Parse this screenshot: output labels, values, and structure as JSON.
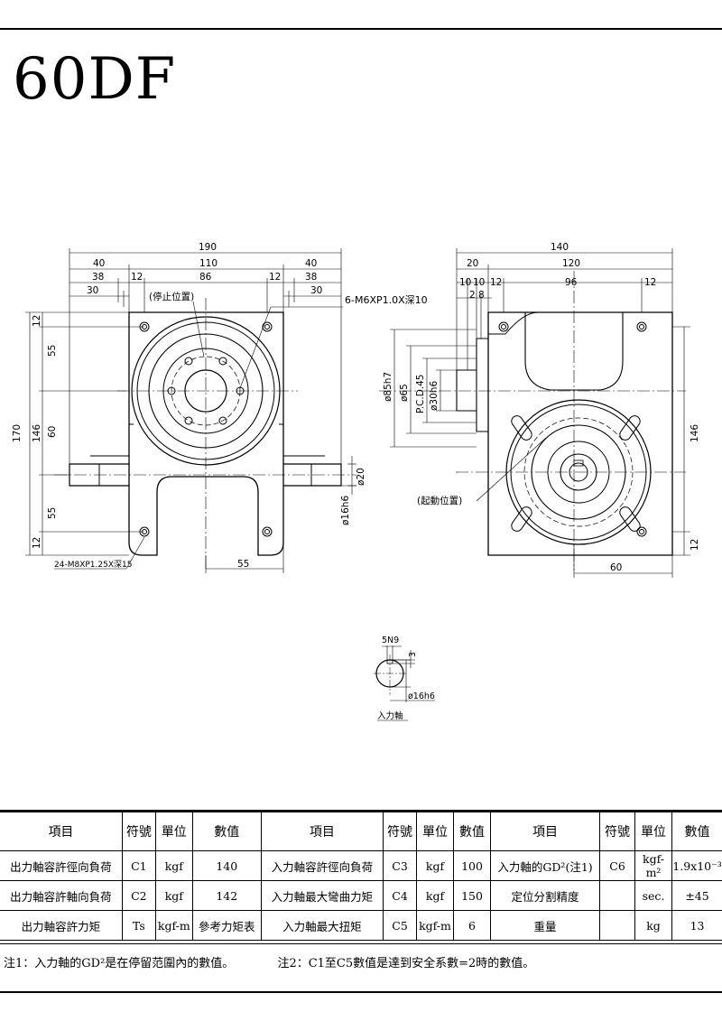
{
  "title": "60DF",
  "front_view": {
    "dims_top": [
      "190",
      "40",
      "110",
      "40",
      "38",
      "12",
      "86",
      "12",
      "38",
      "30",
      "30"
    ],
    "dims_left": [
      "170",
      "146",
      "12",
      "55",
      "60",
      "55",
      "12"
    ],
    "dims_right": [
      "ø20",
      "ø16h6"
    ],
    "dim_bottom": "55",
    "hole_callout_top": "6-M6XP1.0X深10",
    "hole_callout_bottom": "24-M8XP1.25X深15",
    "stop_position_label": "(停止位置)"
  },
  "side_view": {
    "dims_top": [
      "140",
      "20",
      "120",
      "10",
      "10",
      "12",
      "96",
      "12",
      "2",
      "8"
    ],
    "dims_left": [
      "ø85h7",
      "ø65",
      "P.C.D.45",
      "ø30h6"
    ],
    "dims_right": [
      "146",
      "12"
    ],
    "dim_bottom": "60",
    "start_position_label": "(起動位置)"
  },
  "shaft_detail": {
    "key_label": "5N9",
    "depth_label": "3",
    "dia_label": "ø16h6",
    "caption": "入力軸"
  },
  "table": {
    "headers": [
      "項目",
      "符號",
      "單位",
      "數值",
      "項目",
      "符號",
      "單位",
      "數值",
      "項目",
      "符號",
      "單位",
      "數值"
    ],
    "rows": [
      [
        "出力軸容許徑向負荷",
        "C1",
        "kgf",
        "140",
        "入力軸容許徑向負荷",
        "C3",
        "kgf",
        "100",
        "入力軸的GD²(注1)",
        "C6",
        "kgf-m²",
        "1.9x10⁻³"
      ],
      [
        "出力軸容許軸向負荷",
        "C2",
        "kgf",
        "142",
        "入力軸最大彎曲力矩",
        "C4",
        "kgf",
        "150",
        "定位分割精度",
        "",
        "sec.",
        "±45"
      ],
      [
        "出力軸容許力矩",
        "Ts",
        "kgf-m",
        "參考力矩表",
        "入力軸最大扭矩",
        "C5",
        "kgf-m",
        "6",
        "重量",
        "",
        "kg",
        "13"
      ]
    ]
  },
  "notes": [
    "注1：入力軸的GD²是在停留范圍內的數值。",
    "注2：C1至C5數值是達到安全系數=2時的數值。"
  ]
}
